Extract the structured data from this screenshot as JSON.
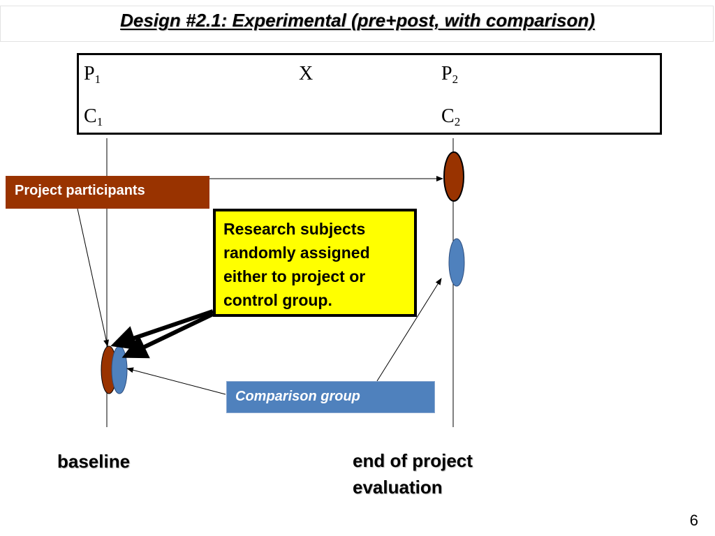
{
  "title": "Design #2.1: Experimental (pre+post,  with comparison)",
  "notation": {
    "row1": {
      "pre": "P",
      "pre_sub": "1",
      "treatment": "X",
      "post": "P",
      "post_sub": "2"
    },
    "row2": {
      "pre": "C",
      "pre_sub": "1",
      "post": "C",
      "post_sub": "2"
    }
  },
  "callouts": {
    "project_participants": "Project participants",
    "research_subjects": [
      "Research subjects",
      "randomly assigned",
      "either to project or",
      "control group."
    ],
    "comparison_group": "Comparison group"
  },
  "timeline": {
    "baseline": "baseline",
    "end_line1": "end of project",
    "end_line2": "evaluation"
  },
  "page_number": "6",
  "colors": {
    "project": "#993300",
    "comparison": "#4f81bd",
    "research_box": "#ffff00"
  }
}
